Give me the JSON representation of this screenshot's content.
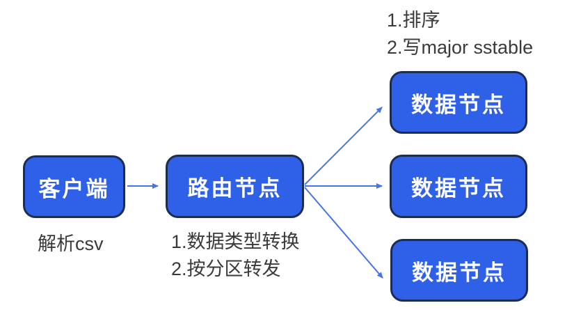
{
  "diagram": {
    "nodes": {
      "client": {
        "label": "客户端",
        "annotation": "解析csv"
      },
      "router": {
        "label": "路由节点",
        "annotation_lines": [
          "1.数据类型转换",
          "2.按分区转发"
        ]
      },
      "data_nodes": [
        {
          "label": "数据节点",
          "annotation_lines": [
            "1.排序",
            "2.写major sstable"
          ]
        },
        {
          "label": "数据节点"
        },
        {
          "label": "数据节点"
        }
      ]
    },
    "edges": [
      {
        "from": "client",
        "to": "router"
      },
      {
        "from": "router",
        "to": "data-node-1"
      },
      {
        "from": "router",
        "to": "data-node-2"
      },
      {
        "from": "router",
        "to": "data-node-3"
      }
    ]
  },
  "colors": {
    "background": "#ffffff",
    "node_fill": "#2f60e8",
    "node_border": "#1d2c51",
    "node_label": "#ffffff",
    "arrow": "#4573ea",
    "annotation_text": "#3a3a3a"
  }
}
